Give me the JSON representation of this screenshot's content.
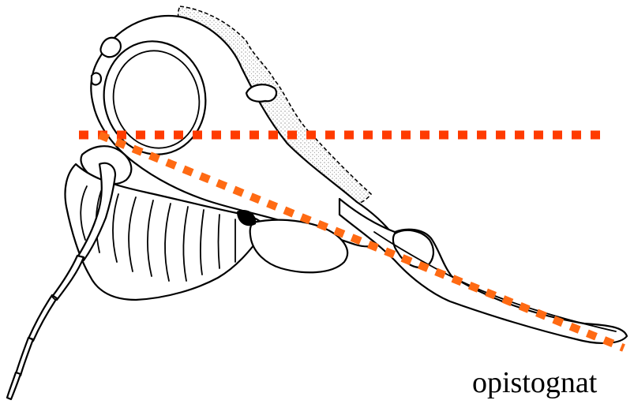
{
  "caption": {
    "text": "opistognat"
  },
  "reference_lines": {
    "horizontal": {
      "color": "#ff3b00",
      "style": "dotted"
    },
    "mouthpart_axis": {
      "color": "#ff6a13",
      "style": "dotted"
    }
  },
  "illustration": {
    "subject": "insect-head-lateral",
    "icon": "insect-head-drawing",
    "stipple_color": "#9a9a9a",
    "line_color": "#000000"
  }
}
